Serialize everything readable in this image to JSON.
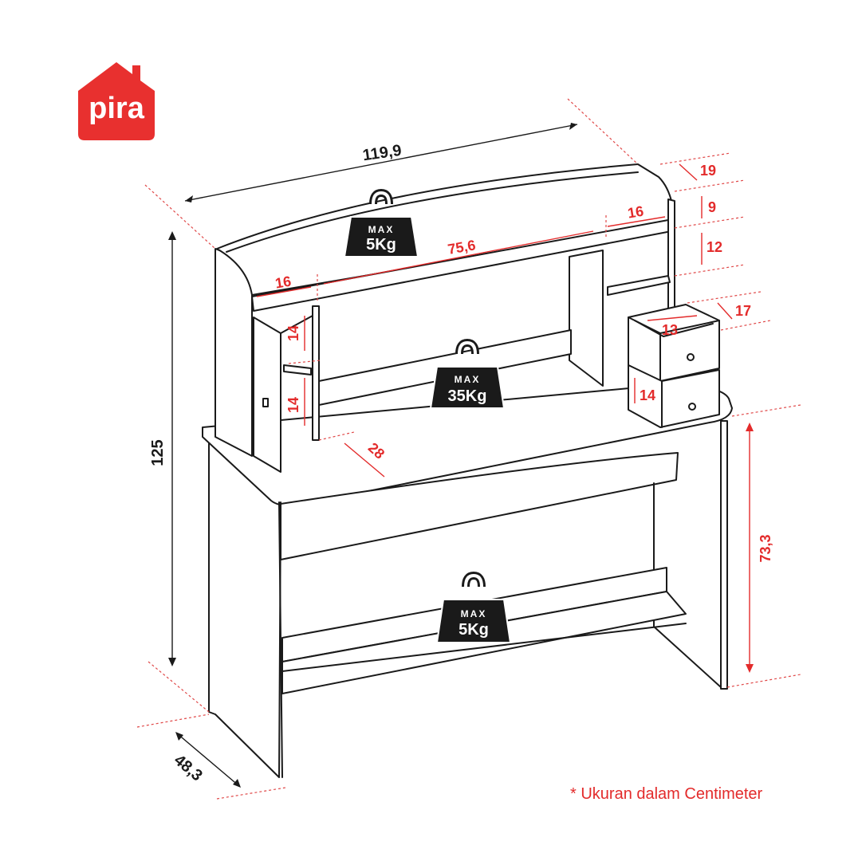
{
  "brand": {
    "name": "pira",
    "color": "#e8302f"
  },
  "colors": {
    "accent": "#e32b2b",
    "line": "#1a1a1a"
  },
  "dimensions": {
    "overall_width": "119,9",
    "overall_height": "125",
    "depth": "48,3",
    "desk_height": "73,3",
    "hutch_depth_top": "19",
    "top_compartment_height": "9",
    "middle_compartment_height": "12",
    "shelf_width_right": "16",
    "shelf_width_center": "75,6",
    "shelf_width_left": "16",
    "drawer_depth": "17",
    "drawer_inner_width": "13",
    "drawer_height": "14",
    "left_cabinet_upper": "14",
    "left_cabinet_lower": "14",
    "desk_recess_depth": "28"
  },
  "load_limits": {
    "top_shelf": {
      "max_label": "MAX",
      "value": "5Kg"
    },
    "desk_top": {
      "max_label": "MAX",
      "value": "35Kg"
    },
    "bottom_shelf": {
      "max_label": "MAX",
      "value": "5Kg"
    }
  },
  "footnote": "* Ukuran dalam Centimeter"
}
